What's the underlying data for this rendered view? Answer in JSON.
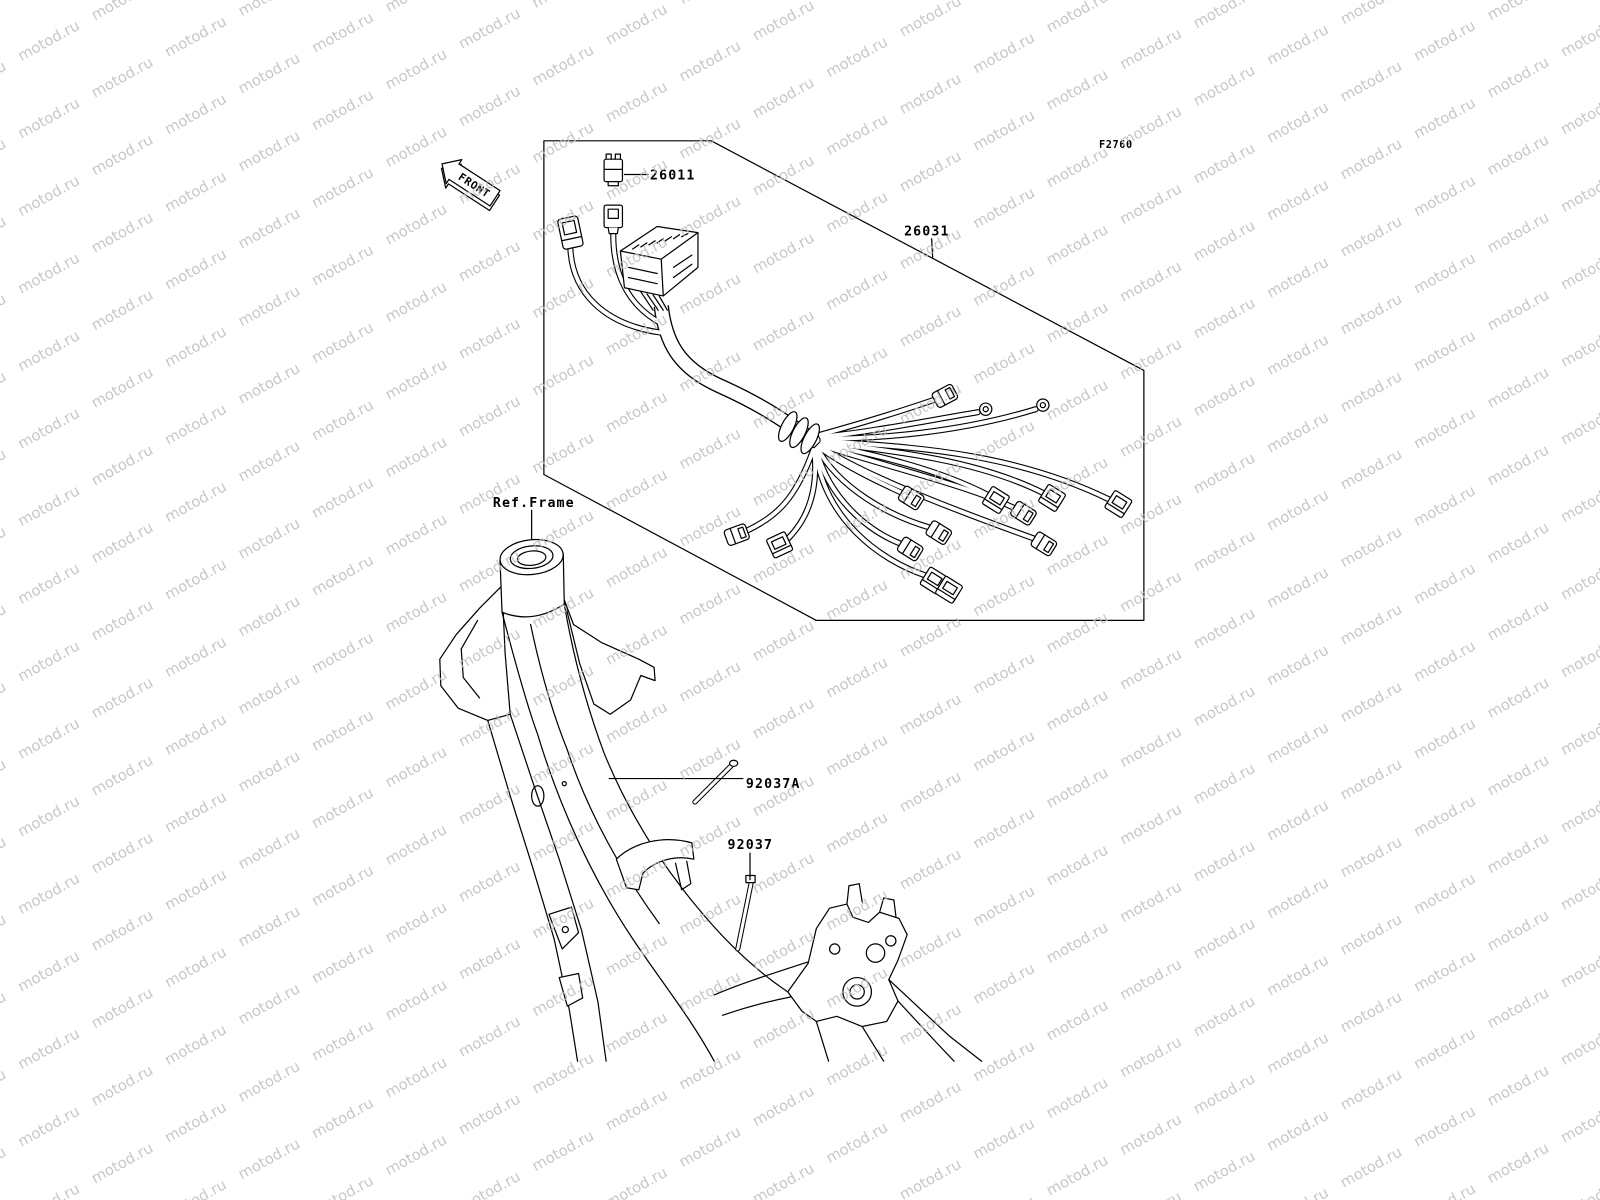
{
  "figure_code": "F2760",
  "front_arrow": {
    "label": "FRONT"
  },
  "reference": {
    "label": "Ref.Frame"
  },
  "callouts": [
    {
      "part_number": "26011"
    },
    {
      "part_number": "26031"
    },
    {
      "part_number": "92037A"
    },
    {
      "part_number": "92037"
    }
  ],
  "watermark": {
    "text": "motod.ru"
  },
  "colors": {
    "line": "#000000",
    "background": "#ffffff",
    "watermark": "#bdbdbd"
  }
}
